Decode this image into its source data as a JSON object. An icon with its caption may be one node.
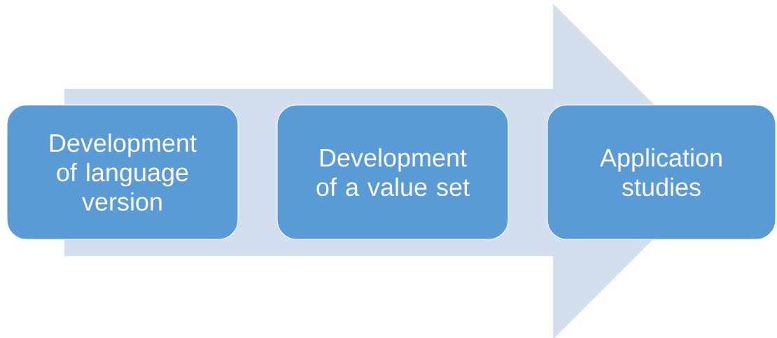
{
  "diagram": {
    "nodes": [
      {
        "text": [
          "Development of language version"
        ]
      },
      {
        "text": [
          "Development of a value set"
        ]
      },
      {
        "text": [
          "Application studies"
        ]
      }
    ],
    "edges": [
      {
        "from": 0,
        "to": 2,
        "arrow": "to"
      }
    ]
  }
}
